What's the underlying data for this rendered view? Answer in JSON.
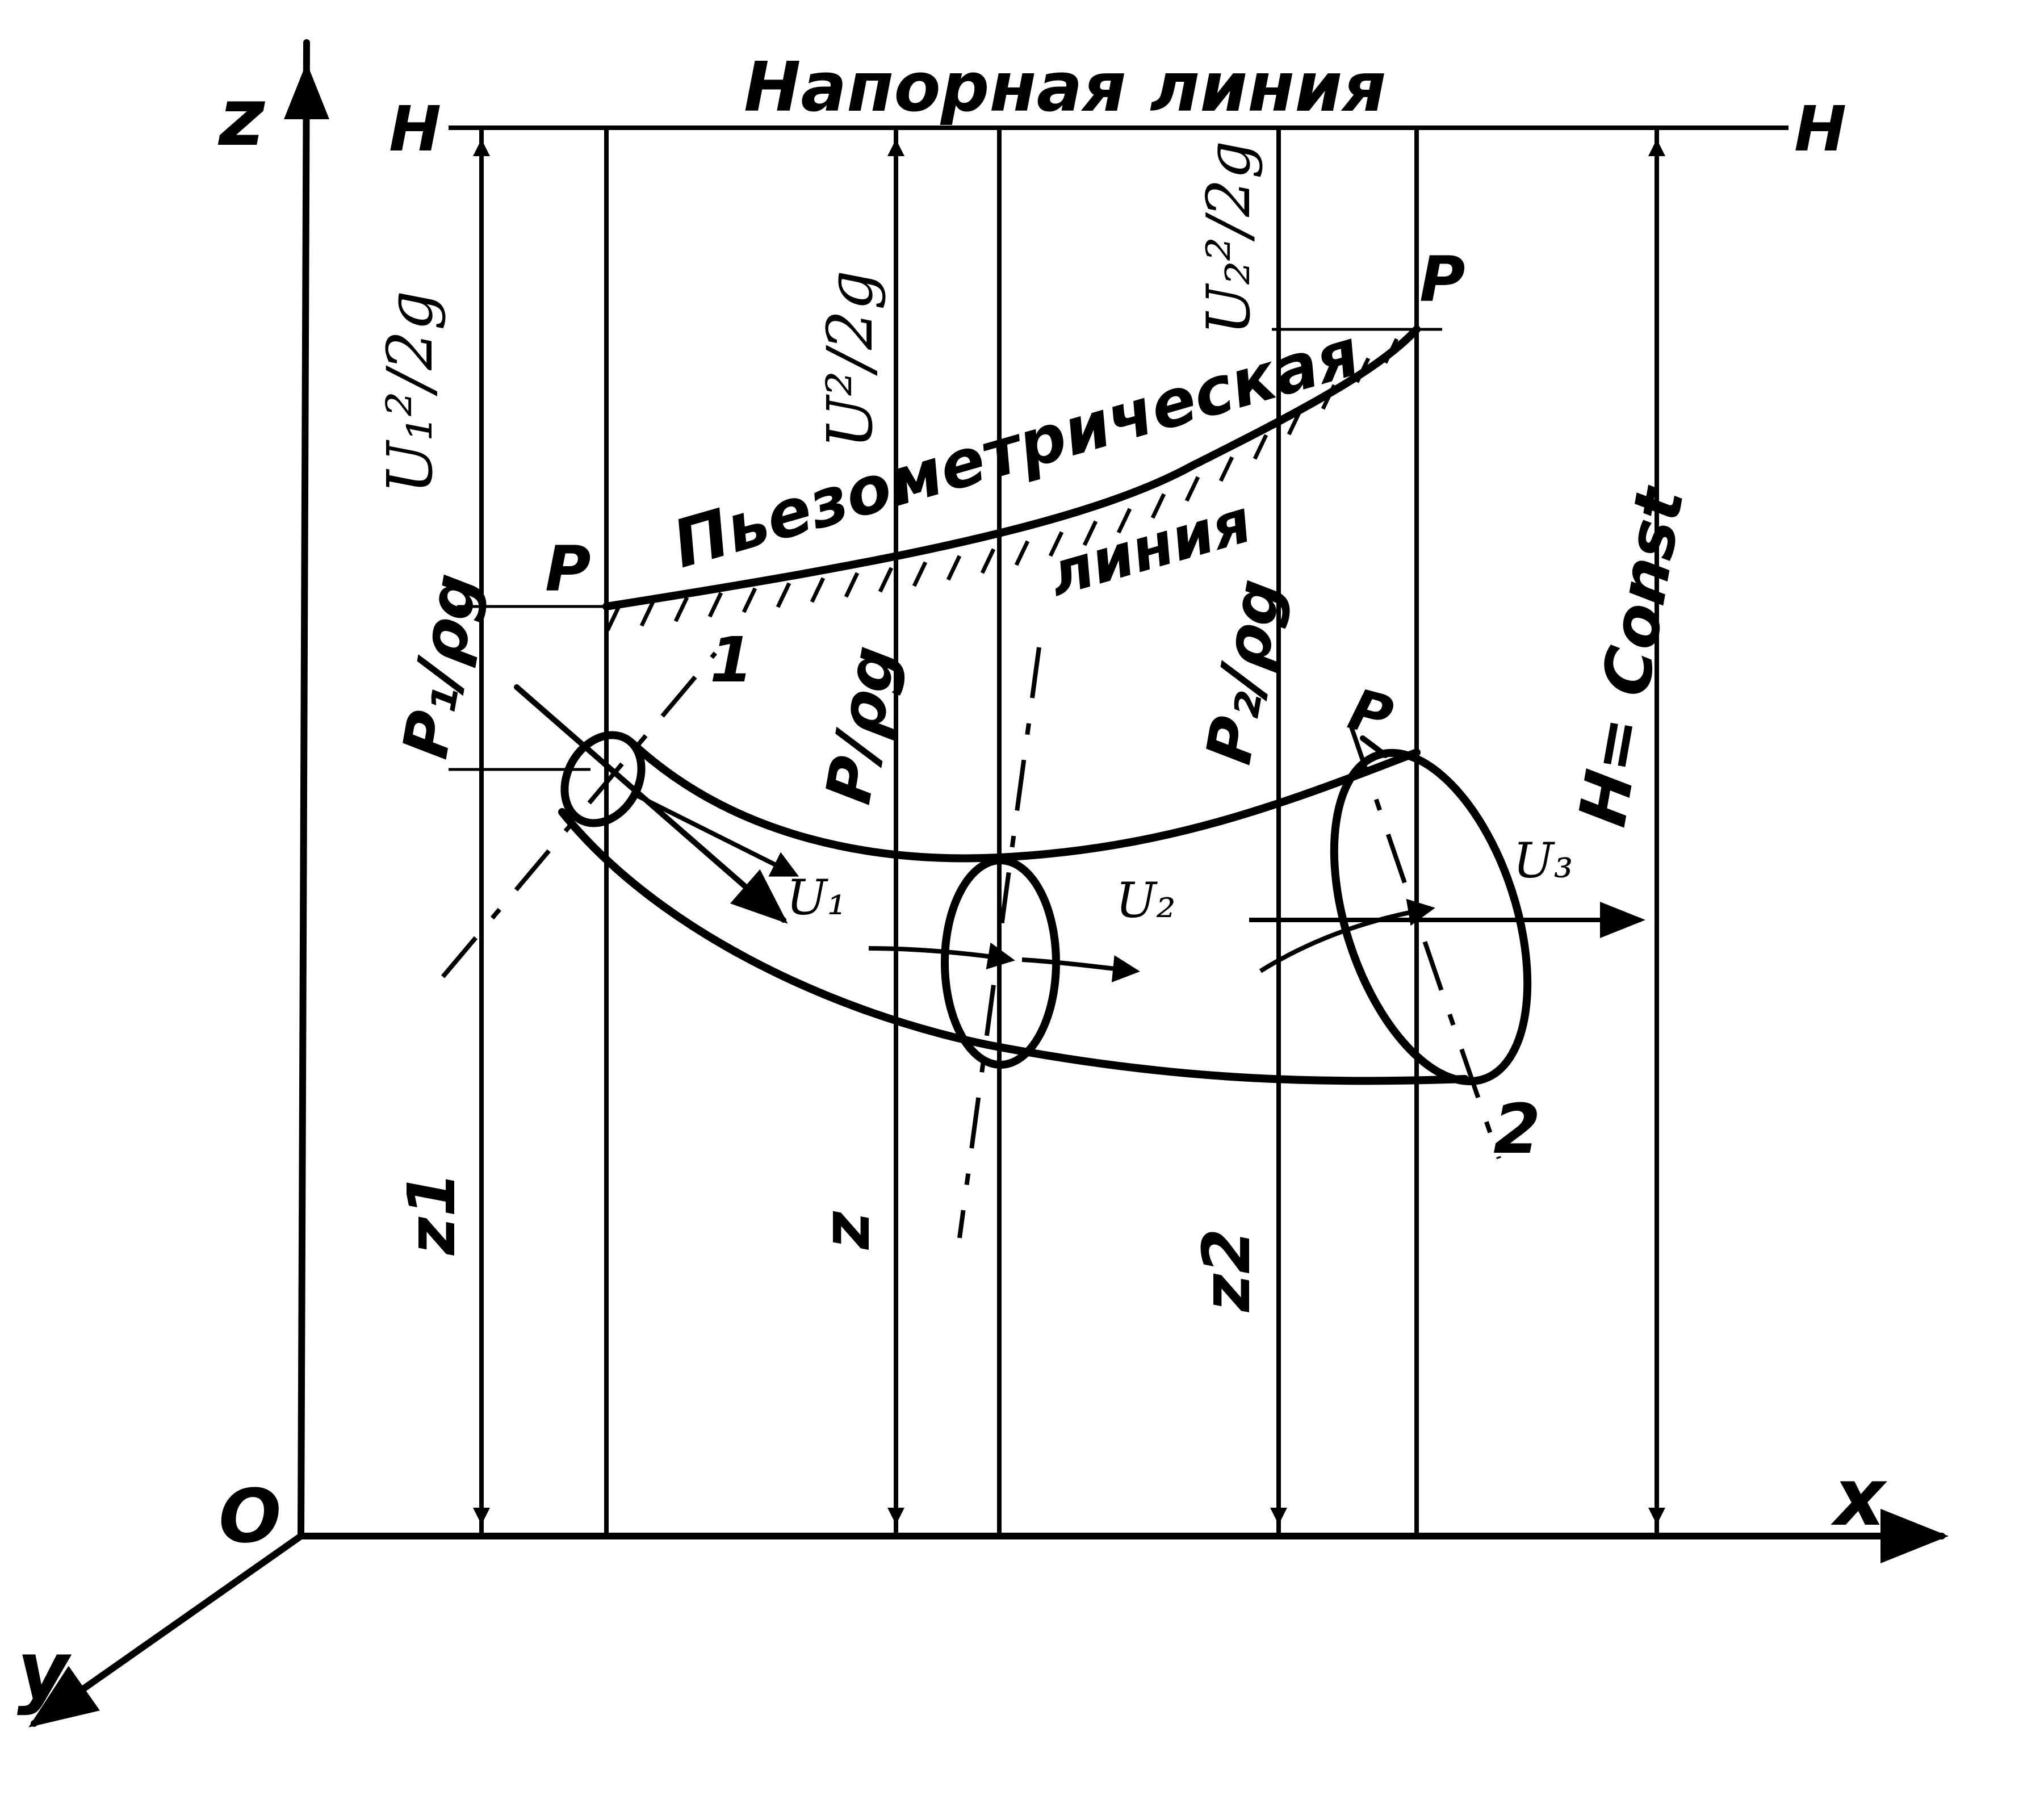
{
  "labels": {
    "head_line": "Напорная линия",
    "piezo_line_1": "Пьезометрическая",
    "piezo_line_2": "линия",
    "H_left": "H",
    "H_right": "H",
    "P_left": "P",
    "P_right": "P",
    "P_mid": "P",
    "axis_z": "z",
    "axis_x": "x",
    "axis_y": "y",
    "origin": "O",
    "section_1": "1",
    "section_2": "2",
    "z1": "z1",
    "z_mid": "z",
    "z2": "z2",
    "H_const": "H= Const",
    "u1_sq": "U₁²/2g",
    "u_sq": "U²/2g",
    "u2_sq": "U₂²/2g",
    "p1": "P₁/ρg",
    "p_mid": "P/ρg",
    "p2": "P₂/ρg",
    "U1": "U₁",
    "U2": "U₂",
    "U3": "U₃"
  }
}
